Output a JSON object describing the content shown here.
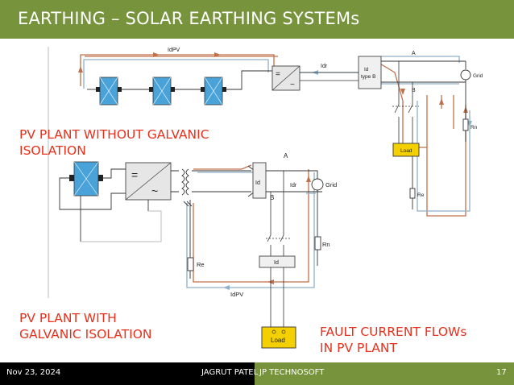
{
  "slide": {
    "title": "EARTHING – SOLAR EARTHING SYSTEMs",
    "labels": {
      "without_isolation_l1": "PV PLANT WITHOUT GALVANIC",
      "without_isolation_l2": "ISOLATION",
      "with_isolation_l1": "PV PLANT WITH",
      "with_isolation_l2": "GALVANIC ISOLATION",
      "fault_current_l1": "FAULT CURRENT FLOWs",
      "fault_current_l2": "IN PV PLANT"
    },
    "colors": {
      "accent": "#77933c",
      "label_red": "#e8301c",
      "fault_path": "#c0704a",
      "return_path": "#8fb1c8",
      "panel_blue": "#4aa3d8",
      "load_yellow": "#f5d000"
    }
  },
  "diagram_top": {
    "idpv": "IdPV",
    "idr": "Idr",
    "a": "A",
    "b": "B",
    "id_typeb_l1": "Id",
    "id_typeb_l2": "type B",
    "grid": "Grid",
    "rn": "Rn",
    "load": "Load",
    "re": "Re",
    "equals": "=",
    "tilde": "~"
  },
  "diagram_bottom": {
    "a": "A",
    "b": "B",
    "id": "Id",
    "idr": "Idr",
    "grid": "Grid",
    "rn": "Rn",
    "re": "Re",
    "id_lower": "Id",
    "idpv": "IdPV",
    "load": "Load",
    "equals": "=",
    "tilde": "~"
  },
  "footer": {
    "date": "Nov 23, 2024",
    "author": "JAGRUT PATEL",
    "company": "JP TECHNOSOFT",
    "page": "17"
  }
}
